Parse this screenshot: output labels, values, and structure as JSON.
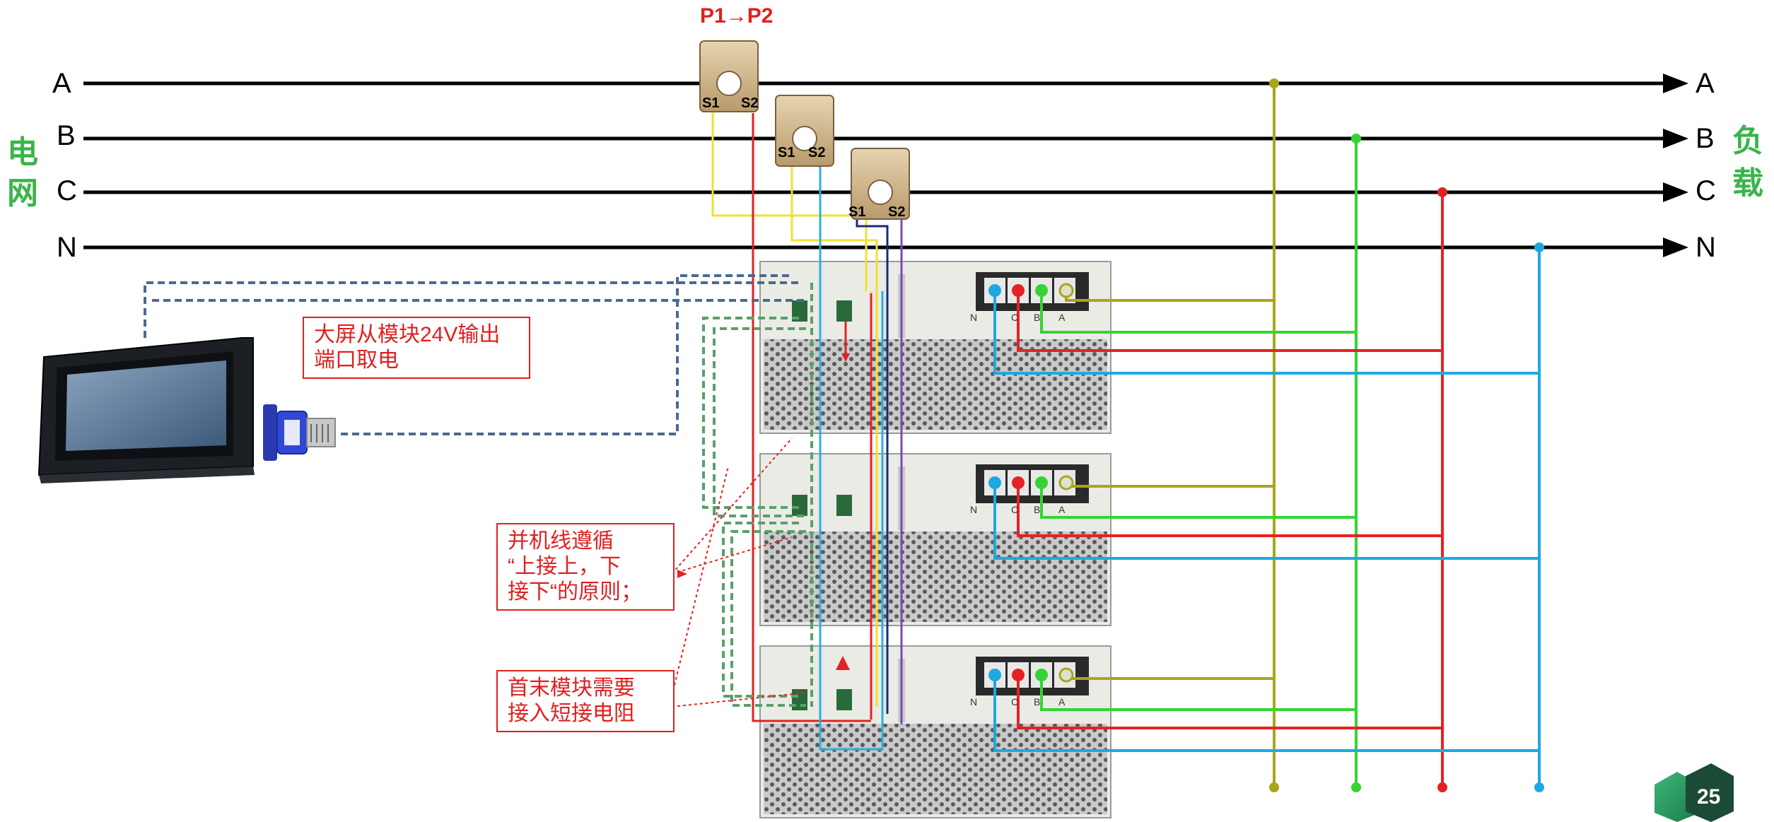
{
  "header": {
    "ct_direction": "P1→P2"
  },
  "buses": [
    {
      "id": "A",
      "left_label": "A",
      "right_label": "A"
    },
    {
      "id": "B",
      "left_label": "B",
      "right_label": "B"
    },
    {
      "id": "C",
      "left_label": "C",
      "right_label": "C"
    },
    {
      "id": "N",
      "left_label": "N",
      "right_label": "N"
    }
  ],
  "side_labels": {
    "grid": [
      "电",
      "网"
    ],
    "load": [
      "负",
      "载"
    ]
  },
  "current_transformers": [
    {
      "phase": "A",
      "s1": "S1",
      "s2": "S2"
    },
    {
      "phase": "B",
      "s1": "S1",
      "s2": "S2"
    },
    {
      "phase": "C",
      "s1": "S1",
      "s2": "S2"
    }
  ],
  "terminal_labels": [
    "N",
    "C",
    "B",
    "A"
  ],
  "notes": {
    "power": "大屏从模块24V输出\n端口取电",
    "parallel": "并机线遵循\n    “上接上，下\n接下“的原则；",
    "terminator": "首末模块需要\n接入短接电阻"
  },
  "page_number": "25",
  "colors": {
    "phase_a": "#a8a61a",
    "phase_b": "#35d433",
    "phase_c": "#e52222",
    "phase_n": "#1ea8e0",
    "comm": "#4a6a8f",
    "parallel": "#5aa06a",
    "ct_a": "#f0e030",
    "ct_b": "#2ab0e0",
    "ct_c": "#7a4ab0"
  }
}
